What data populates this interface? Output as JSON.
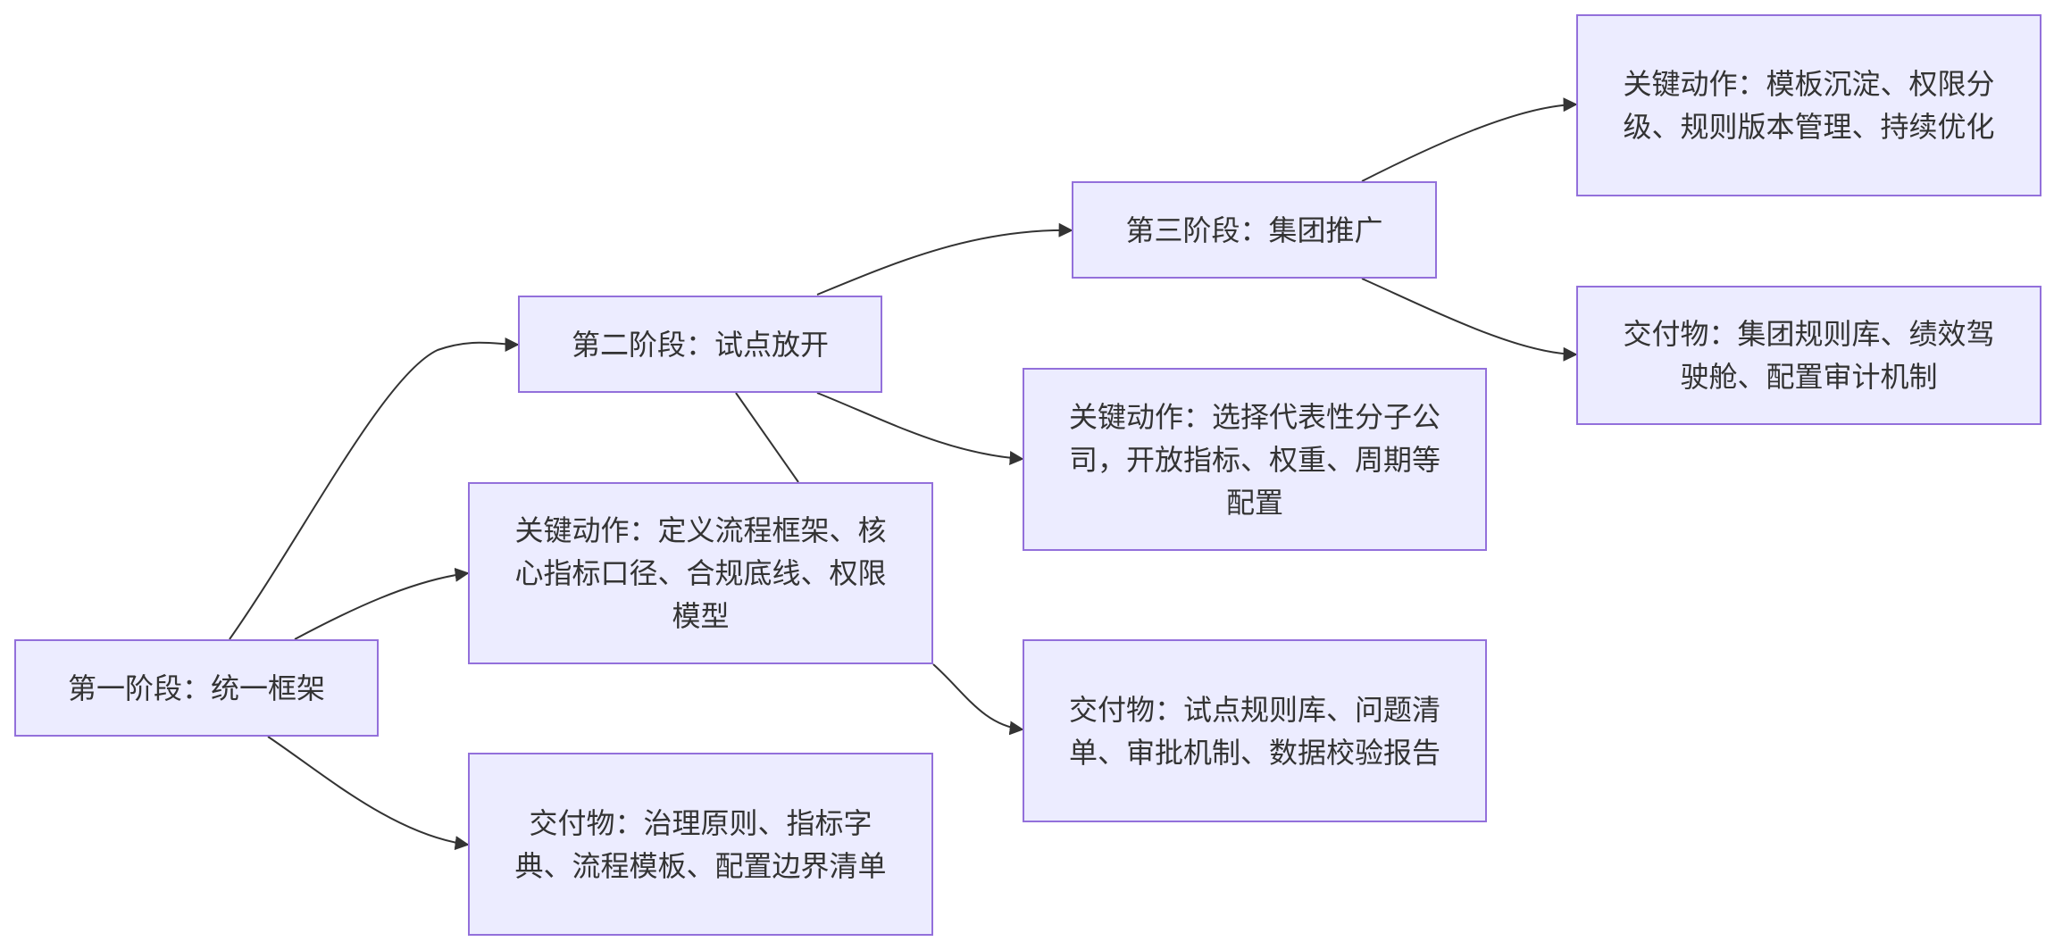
{
  "colors": {
    "node_fill": "#ECECFF",
    "node_border": "#9370DB",
    "edge": "#333333",
    "text": "#333333"
  },
  "nodes": {
    "stage1": "第一阶段：统一框架",
    "stage1_actions": "关键动作：定义流程框架、核心指标口径、合规底线、权限模型",
    "stage1_deliverables": "交付物：治理原则、指标字典、流程模板、配置边界清单",
    "stage2": "第二阶段：试点放开",
    "stage2_actions": "关键动作：选择代表性分子公司，开放指标、权重、周期等配置",
    "stage2_deliverables": "交付物：试点规则库、问题清单、审批机制、数据校验报告",
    "stage3": "第三阶段：集团推广",
    "stage3_actions": "关键动作：模板沉淀、权限分级、规则版本管理、持续优化",
    "stage3_deliverables": "交付物：集团规则库、绩效驾驶舱、配置审计机制"
  }
}
